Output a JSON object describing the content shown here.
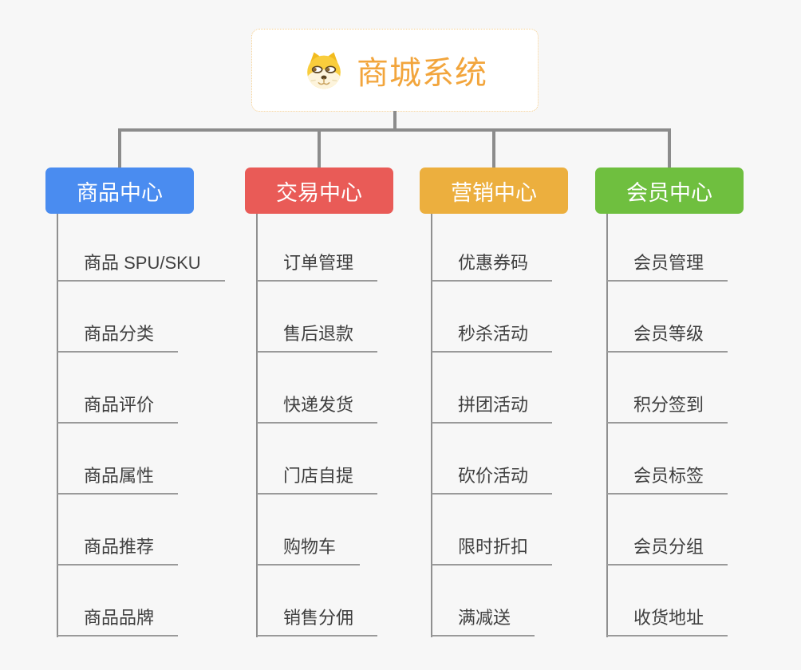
{
  "canvas": {
    "background": "#F7F7F7",
    "connector_color": "#8C8C8C"
  },
  "root": {
    "label": "商城系统",
    "icon": "shiba-dog-face-icon",
    "text_color": "#F2A53C",
    "border_color": "#F5CE8E"
  },
  "branches": [
    {
      "label": "商品中心",
      "color": "#4A8CF0",
      "children": [
        "商品 SPU/SKU",
        "商品分类",
        "商品评价",
        "商品属性",
        "商品推荐",
        "商品品牌"
      ]
    },
    {
      "label": "交易中心",
      "color": "#E95B57",
      "children": [
        "订单管理",
        "售后退款",
        "快递发货",
        "门店自提",
        "购物车",
        "销售分佣"
      ]
    },
    {
      "label": "营销中心",
      "color": "#ECAF3E",
      "children": [
        "优惠券码",
        "秒杀活动",
        "拼团活动",
        "砍价活动",
        "限时折扣",
        "满减送"
      ]
    },
    {
      "label": "会员中心",
      "color": "#6FBF3F",
      "children": [
        "会员管理",
        "会员等级",
        "积分签到",
        "会员标签",
        "会员分组",
        "收货地址"
      ]
    }
  ]
}
